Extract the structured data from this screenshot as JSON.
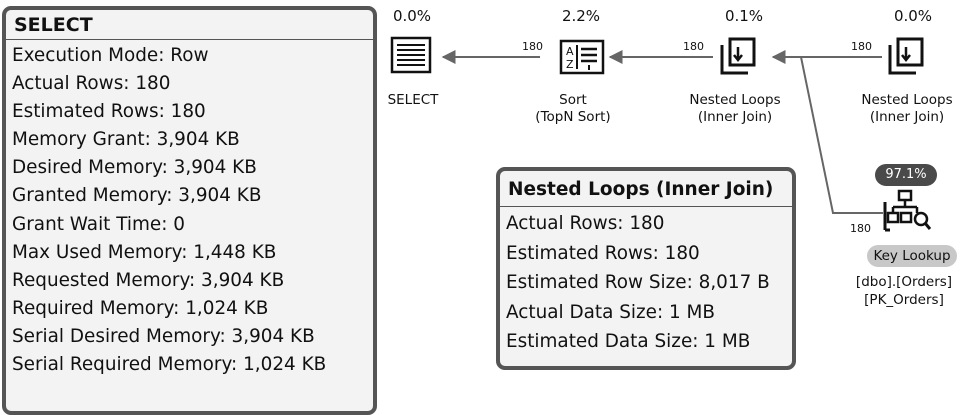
{
  "plan": {
    "select": {
      "pct": "0.0%",
      "label": "SELECT"
    },
    "sort": {
      "pct": "2.2%",
      "label_line1": "Sort",
      "label_line2": "(TopN Sort)",
      "rows": "180"
    },
    "nested1": {
      "pct": "0.1%",
      "label_line1": "Nested Loops",
      "label_line2": "(Inner Join)",
      "rows": "180"
    },
    "nested2": {
      "pct": "0.0%",
      "label_line1": "Nested Loops",
      "label_line2": "(Inner Join)",
      "rows": "180"
    },
    "key_lookup": {
      "pct": "97.1%",
      "label": "Key Lookup",
      "table": "[dbo].[Orders]",
      "index": "[PK_Orders]",
      "rows": "180"
    }
  },
  "tooltip_select": {
    "title": "SELECT",
    "rows": [
      "Execution Mode: Row",
      "Actual Rows: 180",
      "Estimated Rows: 180",
      "Memory Grant: 3,904 KB",
      "Desired Memory: 3,904 KB",
      "Granted Memory: 3,904 KB",
      "Grant Wait Time: 0",
      "Max Used Memory: 1,448 KB",
      "Requested Memory: 3,904 KB",
      "Required Memory: 1,024 KB",
      "Serial Desired Memory: 3,904 KB",
      "Serial Required Memory: 1,024 KB"
    ]
  },
  "tooltip_nested": {
    "title": "Nested Loops (Inner Join)",
    "rows": [
      "Actual Rows: 180",
      "Estimated Rows: 180",
      "Estimated Row Size: 8,017 B",
      "Actual Data Size: 1 MB",
      "Estimated Data Size: 1 MB"
    ]
  },
  "icons": [
    "select-icon",
    "sort-icon",
    "nested-loops-icon",
    "key-lookup-icon"
  ]
}
